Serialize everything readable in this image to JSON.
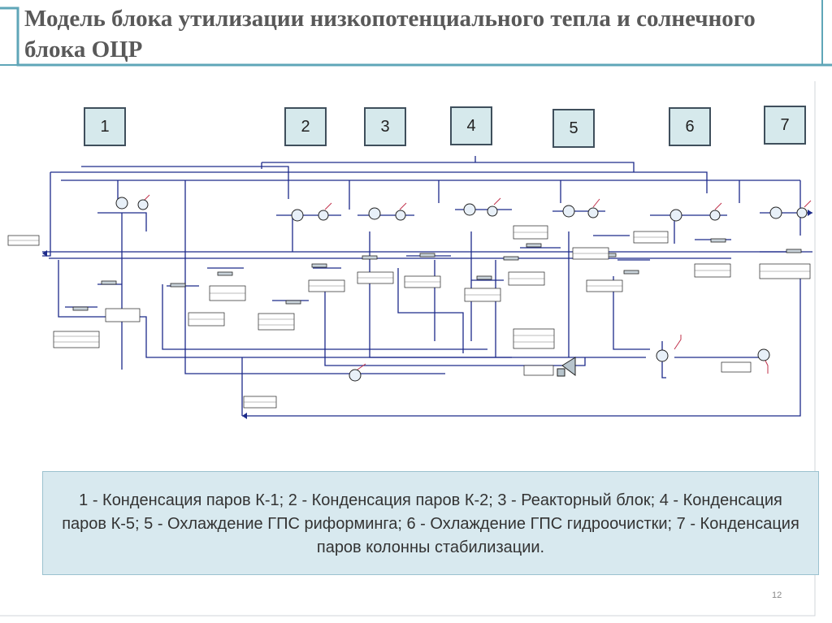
{
  "slide": {
    "title": "Модель блока утилизации низкопотенциального тепла и солнечного блока ОЦР",
    "caption": "1 - Конденсация паров К-1; 2 - Конденсация паров К-2; 3 - Реакторный блок; 4 - Конденсация паров К-5; 5 - Охлаждение ГПС риформинга; 6 - Охлаждение ГПС гидроочистки; 7 - Конденсация паров колонны стабилизации.",
    "page_number": "12"
  },
  "blocks": [
    {
      "label": "1"
    },
    {
      "label": "2"
    },
    {
      "label": "3"
    },
    {
      "label": "4"
    },
    {
      "label": "5"
    },
    {
      "label": "6"
    },
    {
      "label": "7"
    }
  ],
  "colors": {
    "frame": "#5fa6b8",
    "block_fill": "#d6e9ec",
    "caption_fill": "#d8e9ef",
    "line_blue": "#1c2a8a",
    "line_red": "#c0304a",
    "line_dark": "#222222"
  }
}
